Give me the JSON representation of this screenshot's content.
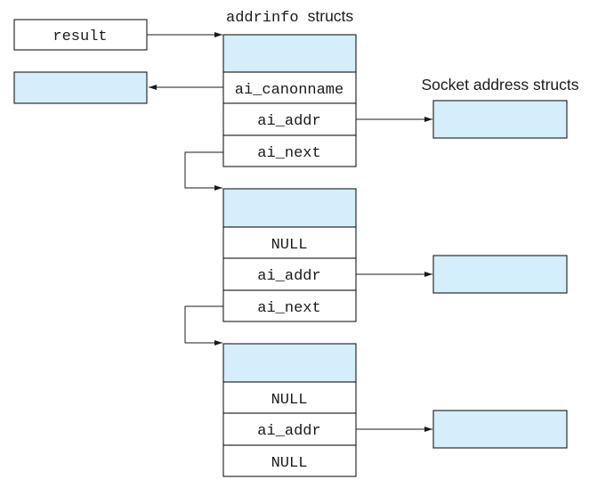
{
  "labels": {
    "addrinfo_code": "addrinfo",
    "addrinfo_suffix": "structs",
    "socket_title": "Socket address structs",
    "result": "result"
  },
  "structs": [
    {
      "fields": [
        "ai_canonname",
        "ai_addr",
        "ai_next"
      ]
    },
    {
      "fields": [
        "NULL",
        "ai_addr",
        "ai_next"
      ]
    },
    {
      "fields": [
        "NULL",
        "ai_addr",
        "NULL"
      ]
    }
  ],
  "colors": {
    "box_fill": "#d4eefb",
    "stroke": "#1a1a1a"
  }
}
